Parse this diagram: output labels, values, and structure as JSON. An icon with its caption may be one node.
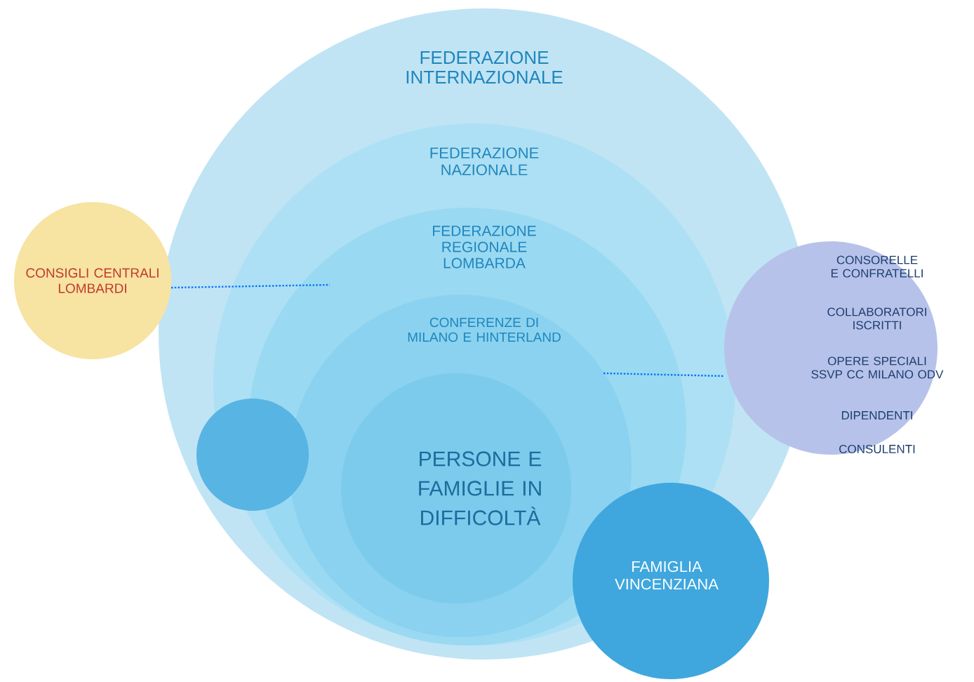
{
  "diagram": {
    "nodes": [
      {
        "text": [
          "FEDERAZIONE INTERNAZIONALE"
        ]
      },
      {
        "text": [
          "FEDERAZIONE NAZIONALE"
        ],
        "in": 0
      },
      {
        "text": [
          "FEDERAZIONE REGIONALE LOMBARDA"
        ],
        "in": 1
      },
      {
        "text": [
          "CONFERENZE DI MILANO E HINTERLAND"
        ],
        "in": 2
      },
      {
        "text": [
          "PERSONE E FAMIGLIE IN DIFFICOLTÀ"
        ],
        "in": 3
      },
      {
        "text": [
          "CONSIGLI CENTRALI LOMBARDI"
        ]
      },
      {
        "text": [
          "CONSORELLE E CONFRATELLI",
          "COLLABORATORI ISCRITTI",
          "OPERE SPECIALI SSVP CC MILANO ODV",
          "DIPENDENTI",
          "CONSULENTI"
        ]
      },
      {
        "text": [],
        "shape": "circle",
        "in": 0
      },
      {
        "text": [
          "FAMIGLIA VINCENZIANA"
        ]
      }
    ],
    "edges": [
      {
        "from": 5,
        "to": 2,
        "arrow": "none",
        "style": "dashed"
      },
      {
        "from": 3,
        "to": 6,
        "arrow": "none",
        "style": "dashed"
      }
    ]
  }
}
